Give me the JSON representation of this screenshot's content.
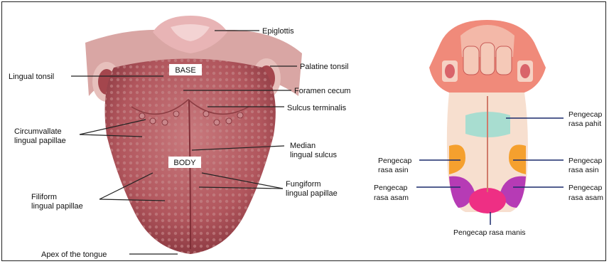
{
  "anatomy": {
    "epiglottis": "Epiglottis",
    "palatine_tonsil": "Palatine tonsil",
    "lingual_tonsil": "Lingual tonsil",
    "base": "BASE",
    "foramen_cecum": "Foramen cecum",
    "sulcus_terminalis": "Sulcus terminalis",
    "circumvallate_1": "Circumvallate",
    "circumvallate_2": "lingual papillae",
    "median_1": "Median",
    "median_2": "lingual sulcus",
    "body": "BODY",
    "filiform_1": "Filiform",
    "filiform_2": "lingual papillae",
    "fungiform_1": "Fungiform",
    "fungiform_2": "lingual papillae",
    "apex": "Apex of the tongue"
  },
  "taste": {
    "pahit_1": "Pengecap",
    "pahit_2": "rasa pahit",
    "asin_left_1": "Pengecap",
    "asin_left_2": "rasa asin",
    "asin_right_1": "Pengecap",
    "asin_right_2": "rasa asin",
    "asam_left_1": "Pengecap",
    "asam_left_2": "rasa asam",
    "asam_right_1": "Pengecap",
    "asam_right_2": "rasa asam",
    "manis": "Pengecap rasa manis"
  },
  "colors": {
    "tongue": "#b45a60",
    "pahit": "#a8ddd0",
    "asin": "#f5a02e",
    "asam": "#b63bb5",
    "manis": "#ee2f84",
    "line_dark": "#1a2a6c"
  }
}
